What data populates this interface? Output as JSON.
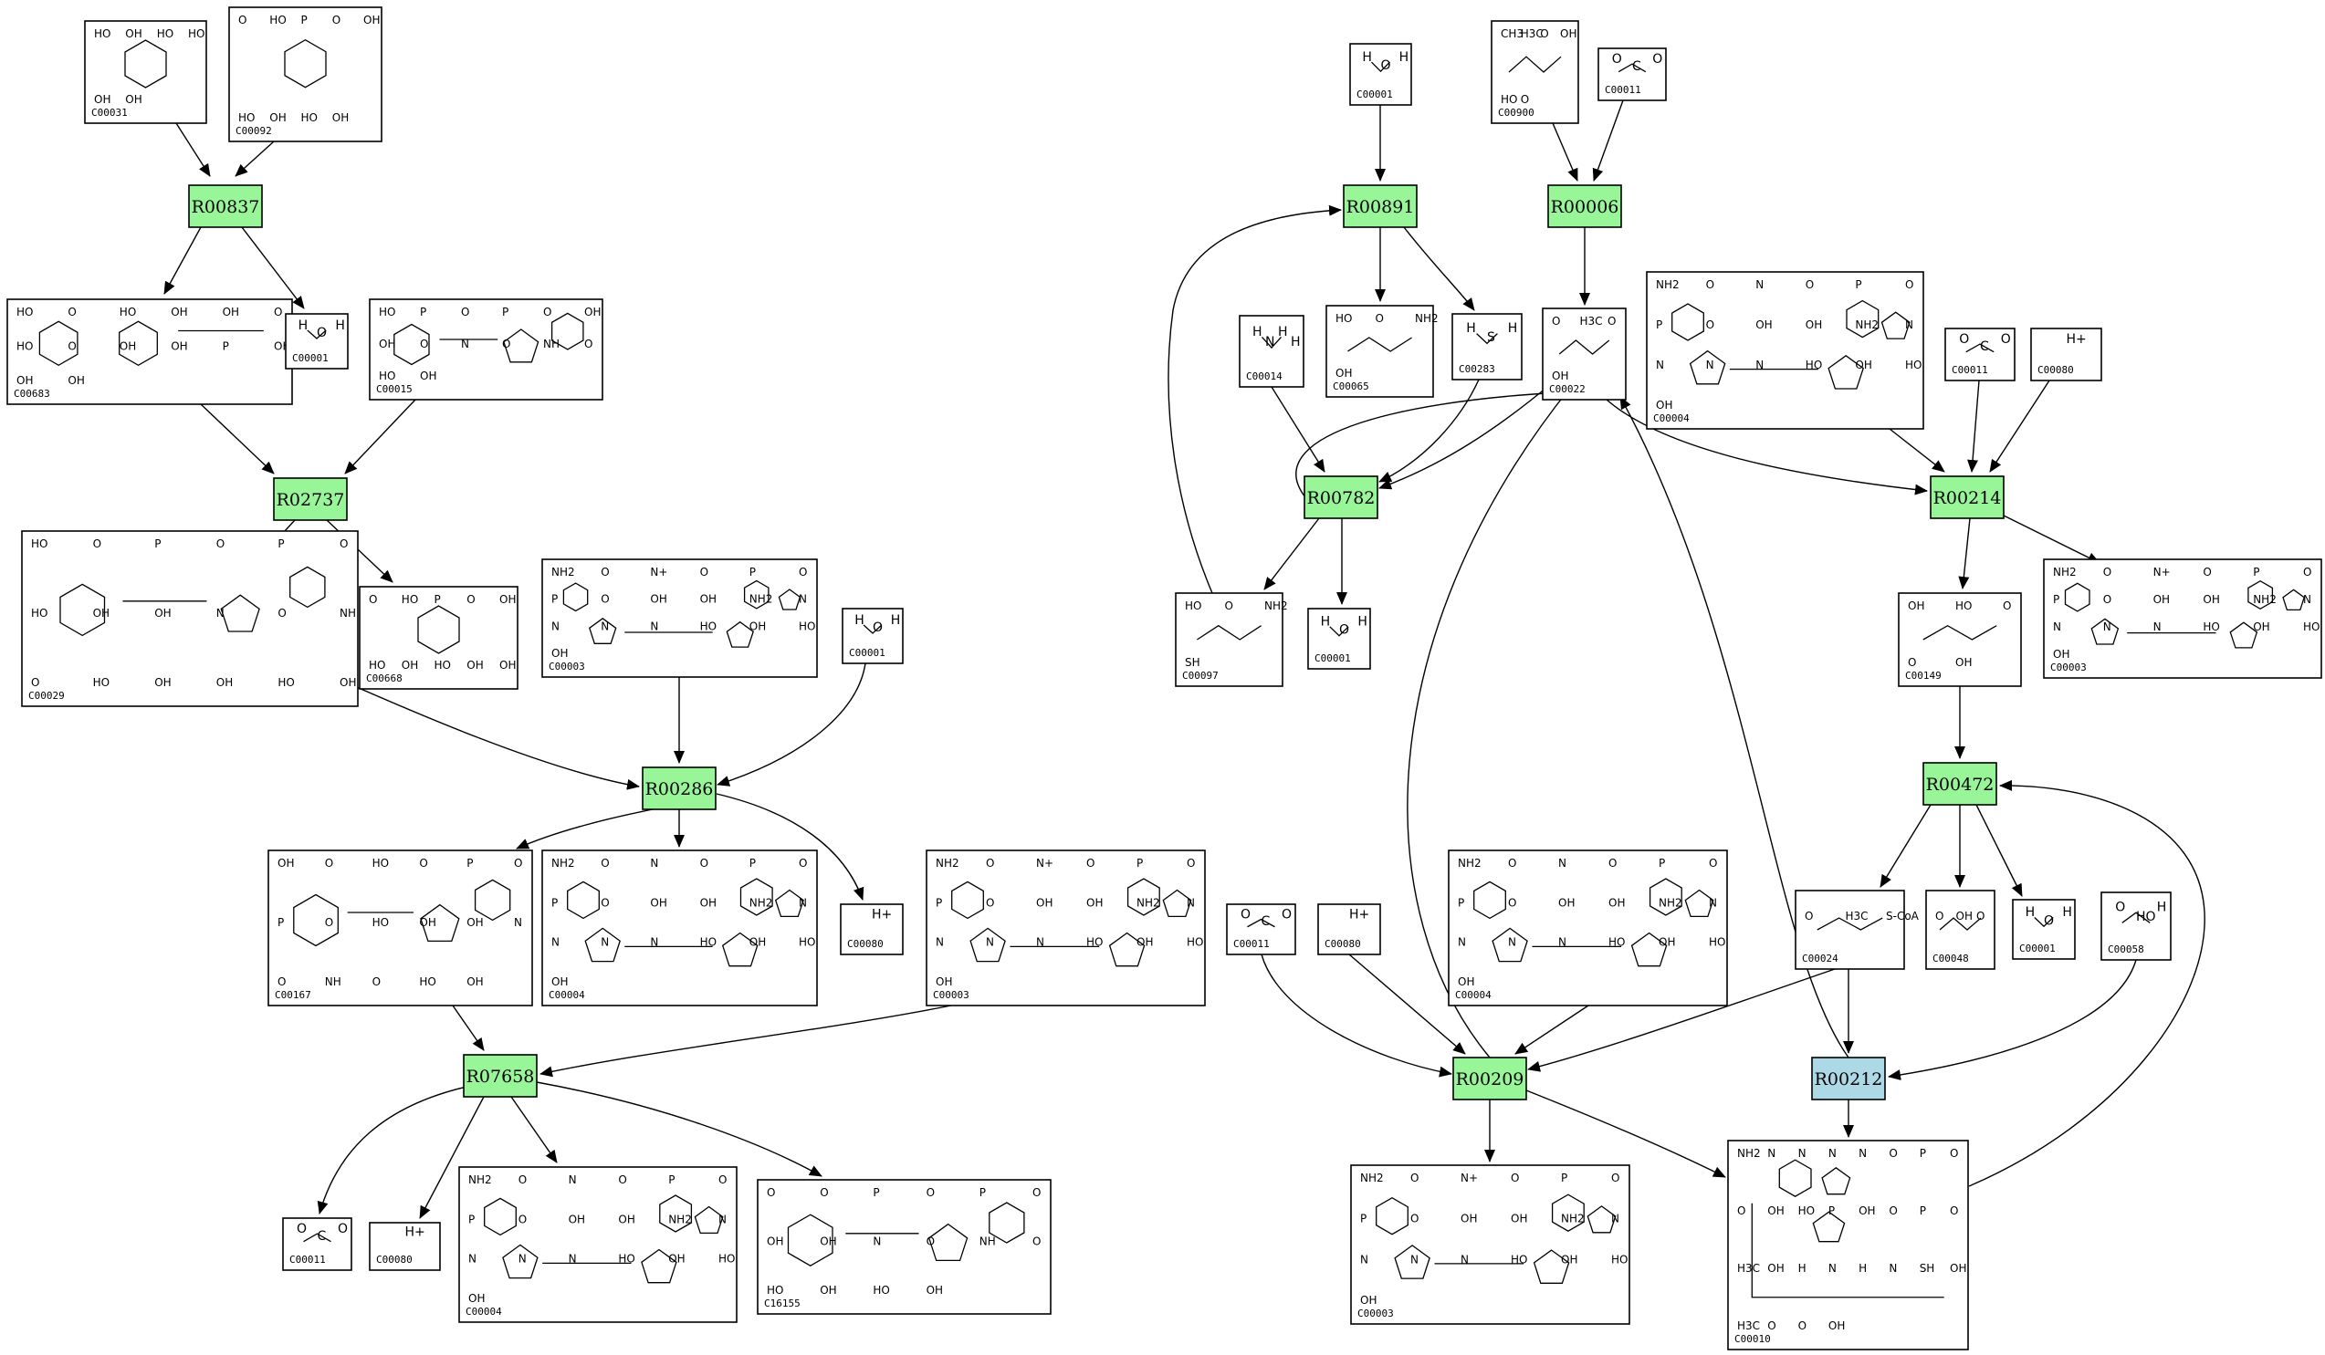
{
  "colors": {
    "reaction_fill": "#98f598",
    "reaction_alt_fill": "#add8e6",
    "line": "#000000",
    "background": "#ffffff"
  },
  "reactions": [
    {
      "id": "r00837",
      "label": "R00837",
      "color": "green"
    },
    {
      "id": "r02737",
      "label": "R02737",
      "color": "green"
    },
    {
      "id": "r00286",
      "label": "R00286",
      "color": "green"
    },
    {
      "id": "r07658",
      "label": "R07658",
      "color": "green"
    },
    {
      "id": "r00891",
      "label": "R00891",
      "color": "green"
    },
    {
      "id": "r00006",
      "label": "R00006",
      "color": "green"
    },
    {
      "id": "r00782",
      "label": "R00782",
      "color": "green"
    },
    {
      "id": "r00214",
      "label": "R00214",
      "color": "green"
    },
    {
      "id": "r00472",
      "label": "R00472",
      "color": "green"
    },
    {
      "id": "r00209",
      "label": "R00209",
      "color": "green"
    },
    {
      "id": "r00212",
      "label": "R00212",
      "color": "blue"
    }
  ],
  "compounds": [
    {
      "id": "c00031",
      "label": "C00031",
      "kind": "sugar",
      "texts": [
        "HO",
        "OH",
        "HO",
        "HO",
        "OH",
        "OH"
      ]
    },
    {
      "id": "c00092",
      "label": "C00092",
      "kind": "sugarP",
      "texts": [
        "O",
        "HO",
        "P",
        "O",
        "OH",
        "HO",
        "OH",
        "HO",
        "OH"
      ]
    },
    {
      "id": "c00683",
      "label": "C00683",
      "kind": "disaccharideP",
      "texts": [
        "HO",
        "O",
        "HO",
        "OH",
        "OH",
        "O",
        "HO",
        "O",
        "OH",
        "OH",
        "P",
        "OH",
        "OH",
        "OH"
      ]
    },
    {
      "id": "c00001a",
      "label": "C00001",
      "kind": "water",
      "texts": [
        "H",
        "O",
        "H"
      ]
    },
    {
      "id": "c00015",
      "label": "C00015",
      "kind": "nucleotide",
      "texts": [
        "HO",
        "P",
        "O",
        "P",
        "O",
        "OH",
        "OH",
        "O",
        "N",
        "O",
        "NH",
        "O",
        "HO",
        "OH"
      ]
    },
    {
      "id": "c00029",
      "label": "C00029",
      "kind": "nucleotide",
      "texts": [
        "HO",
        "O",
        "P",
        "O",
        "P",
        "O",
        "HO",
        "OH",
        "OH",
        "N",
        "O",
        "NH",
        "O",
        "HO",
        "OH",
        "OH",
        "HO",
        "OH"
      ]
    },
    {
      "id": "c00668",
      "label": "C00668",
      "kind": "sugarP",
      "texts": [
        "O",
        "HO",
        "P",
        "O",
        "OH",
        "HO",
        "OH",
        "HO",
        "OH",
        "OH"
      ]
    },
    {
      "id": "c00003a",
      "label": "C00003",
      "kind": "nad",
      "texts": [
        "NH2",
        "O",
        "N+",
        "O",
        "P",
        "O",
        "P",
        "O",
        "OH",
        "OH",
        "NH2",
        "N",
        "N",
        "N",
        "N",
        "HO",
        "OH",
        "HO",
        "OH"
      ]
    },
    {
      "id": "c00001b",
      "label": "C00001",
      "kind": "water",
      "texts": [
        "H",
        "O",
        "H"
      ]
    },
    {
      "id": "c00167",
      "label": "C00167",
      "kind": "nucleotide",
      "texts": [
        "OH",
        "O",
        "HO",
        "O",
        "P",
        "O",
        "P",
        "O",
        "HO",
        "OH",
        "OH",
        "N",
        "O",
        "NH",
        "O",
        "HO",
        "OH"
      ]
    },
    {
      "id": "c00004a",
      "label": "C00004",
      "kind": "nad",
      "texts": [
        "NH2",
        "O",
        "N",
        "O",
        "P",
        "O",
        "P",
        "O",
        "OH",
        "OH",
        "NH2",
        "N",
        "N",
        "N",
        "N",
        "HO",
        "OH",
        "HO",
        "OH"
      ]
    },
    {
      "id": "c00080a",
      "label": "C00080",
      "kind": "small",
      "texts": [
        "H+"
      ]
    },
    {
      "id": "c00003b",
      "label": "C00003",
      "kind": "nad",
      "texts": [
        "NH2",
        "O",
        "N+",
        "O",
        "P",
        "O",
        "P",
        "O",
        "OH",
        "OH",
        "NH2",
        "N",
        "N",
        "N",
        "N",
        "HO",
        "OH",
        "HO",
        "OH"
      ]
    },
    {
      "id": "c00011a",
      "label": "C00011",
      "kind": "co2",
      "texts": [
        "O",
        "C",
        "O"
      ]
    },
    {
      "id": "c00080b",
      "label": "C00080",
      "kind": "small",
      "texts": [
        "H+"
      ]
    },
    {
      "id": "c00004b",
      "label": "C00004",
      "kind": "nad",
      "texts": [
        "NH2",
        "O",
        "N",
        "O",
        "P",
        "O",
        "P",
        "O",
        "OH",
        "OH",
        "NH2",
        "N",
        "N",
        "N",
        "N",
        "HO",
        "OH",
        "HO",
        "OH"
      ]
    },
    {
      "id": "c16155",
      "label": "C16155",
      "kind": "nucleotide",
      "texts": [
        "O",
        "O",
        "P",
        "O",
        "P",
        "O",
        "OH",
        "OH",
        "N",
        "O",
        "NH",
        "O",
        "HO",
        "OH",
        "HO",
        "OH"
      ]
    },
    {
      "id": "c00001c",
      "label": "C00001",
      "kind": "water",
      "texts": [
        "H",
        "O",
        "H"
      ]
    },
    {
      "id": "c00900",
      "label": "C00900",
      "kind": "acid",
      "texts": [
        "CH3",
        "H3C",
        "O",
        "OH",
        "HO",
        "O"
      ]
    },
    {
      "id": "c00011b",
      "label": "C00011",
      "kind": "co2",
      "texts": [
        "O",
        "C",
        "O"
      ]
    },
    {
      "id": "c00014",
      "label": "C00014",
      "kind": "ammonia",
      "texts": [
        "H",
        "N",
        "H",
        "H"
      ]
    },
    {
      "id": "c00065",
      "label": "C00065",
      "kind": "aminoacid",
      "texts": [
        "HO",
        "O",
        "NH2",
        "OH"
      ]
    },
    {
      "id": "c00283",
      "label": "C00283",
      "kind": "h2s",
      "texts": [
        "H",
        "S",
        "H"
      ]
    },
    {
      "id": "c00022",
      "label": "C00022",
      "kind": "acid",
      "texts": [
        "O",
        "H3C",
        "O",
        "OH"
      ]
    },
    {
      "id": "c00004c",
      "label": "C00004",
      "kind": "nad",
      "texts": [
        "NH2",
        "O",
        "N",
        "O",
        "P",
        "O",
        "P",
        "O",
        "OH",
        "OH",
        "NH2",
        "N",
        "N",
        "N",
        "N",
        "HO",
        "OH",
        "HO",
        "OH"
      ]
    },
    {
      "id": "c00011c",
      "label": "C00011",
      "kind": "co2",
      "texts": [
        "O",
        "C",
        "O"
      ]
    },
    {
      "id": "c00080c",
      "label": "C00080",
      "kind": "small",
      "texts": [
        "H+"
      ]
    },
    {
      "id": "c00097",
      "label": "C00097",
      "kind": "aminoacid",
      "texts": [
        "HO",
        "O",
        "NH2",
        "SH"
      ]
    },
    {
      "id": "c00001d",
      "label": "C00001",
      "kind": "water",
      "texts": [
        "H",
        "O",
        "H"
      ]
    },
    {
      "id": "c00149",
      "label": "C00149",
      "kind": "acid",
      "texts": [
        "OH",
        "HO",
        "O",
        "O",
        "OH"
      ]
    },
    {
      "id": "c00003c",
      "label": "C00003",
      "kind": "nad",
      "texts": [
        "NH2",
        "O",
        "N+",
        "O",
        "P",
        "O",
        "P",
        "O",
        "OH",
        "OH",
        "NH2",
        "N",
        "N",
        "N",
        "N",
        "HO",
        "OH",
        "HO",
        "OH"
      ]
    },
    {
      "id": "c00024",
      "label": "C00024",
      "kind": "acetylcoa",
      "texts": [
        "O",
        "H3C",
        "S-CoA"
      ]
    },
    {
      "id": "c00048",
      "label": "C00048",
      "kind": "acid",
      "texts": [
        "O",
        "OH",
        "O"
      ]
    },
    {
      "id": "c00001e",
      "label": "C00001",
      "kind": "water",
      "texts": [
        "H",
        "O",
        "H"
      ]
    },
    {
      "id": "c00058",
      "label": "C00058",
      "kind": "formate",
      "texts": [
        "O",
        "HO",
        "H"
      ]
    },
    {
      "id": "c00011d",
      "label": "C00011",
      "kind": "co2",
      "texts": [
        "O",
        "C",
        "O"
      ]
    },
    {
      "id": "c00080d",
      "label": "C00080",
      "kind": "small",
      "texts": [
        "H+"
      ]
    },
    {
      "id": "c00004d",
      "label": "C00004",
      "kind": "nad",
      "texts": [
        "NH2",
        "O",
        "N",
        "O",
        "P",
        "O",
        "P",
        "O",
        "OH",
        "OH",
        "NH2",
        "N",
        "N",
        "N",
        "N",
        "HO",
        "OH",
        "HO",
        "OH"
      ]
    },
    {
      "id": "c00003d",
      "label": "C00003",
      "kind": "nad",
      "texts": [
        "NH2",
        "O",
        "N+",
        "O",
        "P",
        "O",
        "P",
        "O",
        "OH",
        "OH",
        "NH2",
        "N",
        "N",
        "N",
        "N",
        "HO",
        "OH",
        "HO",
        "OH"
      ]
    },
    {
      "id": "c00010",
      "label": "C00010",
      "kind": "coa",
      "texts": [
        "NH2",
        "N",
        "N",
        "N",
        "N",
        "O",
        "P",
        "O",
        "O",
        "OH",
        "HO",
        "P",
        "OH",
        "O",
        "P",
        "O",
        "H3C",
        "OH",
        "H",
        "N",
        "H",
        "N",
        "SH",
        "OH",
        "H3C",
        "O",
        "O",
        "OH"
      ]
    }
  ]
}
